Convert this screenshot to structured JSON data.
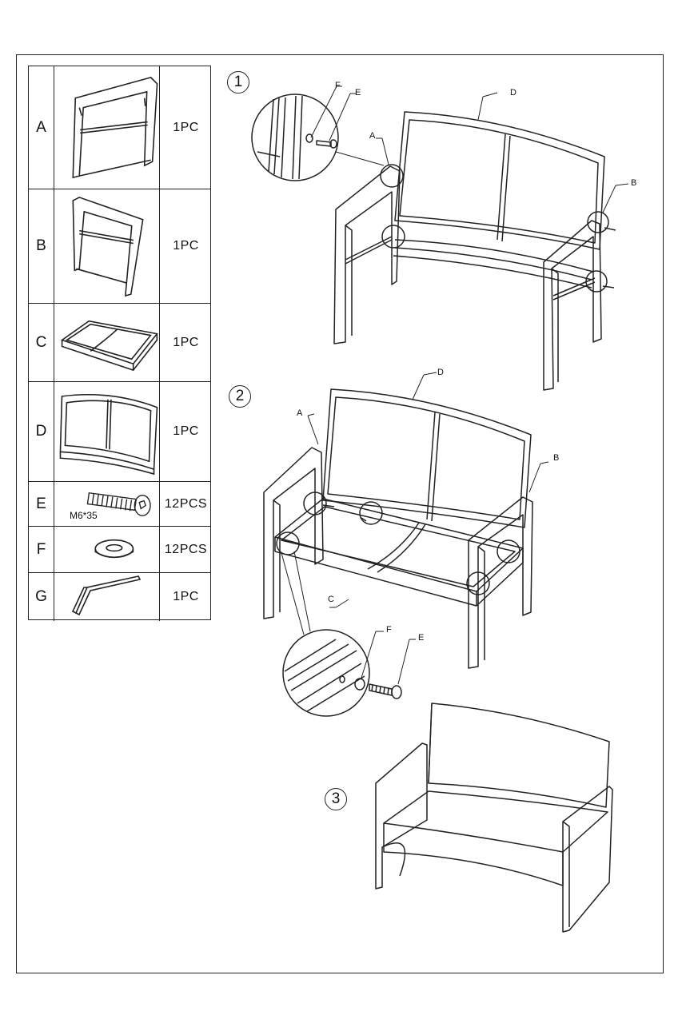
{
  "parts": [
    {
      "letter": "A",
      "qty": "1PC",
      "icon": "left-armrest-frame"
    },
    {
      "letter": "B",
      "qty": "1PC",
      "icon": "right-armrest-frame"
    },
    {
      "letter": "C",
      "qty": "1PC",
      "icon": "seat-frame"
    },
    {
      "letter": "D",
      "qty": "1PC",
      "icon": "backrest-frame"
    },
    {
      "letter": "E",
      "qty": "12PCS",
      "icon": "bolt",
      "spec": "M6*35"
    },
    {
      "letter": "F",
      "qty": "12PCS",
      "icon": "washer"
    },
    {
      "letter": "G",
      "qty": "1PC",
      "icon": "allen-key"
    }
  ],
  "steps": [
    {
      "number": "1",
      "callouts": {
        "f": "F",
        "e": "E",
        "a": "A",
        "d": "D",
        "b": "B"
      }
    },
    {
      "number": "2",
      "callouts": {
        "d": "D",
        "a": "A",
        "b": "B",
        "c": "C",
        "f": "F",
        "e": "E"
      }
    },
    {
      "number": "3"
    }
  ],
  "colors": {
    "line": "#222222",
    "background": "#ffffff"
  }
}
